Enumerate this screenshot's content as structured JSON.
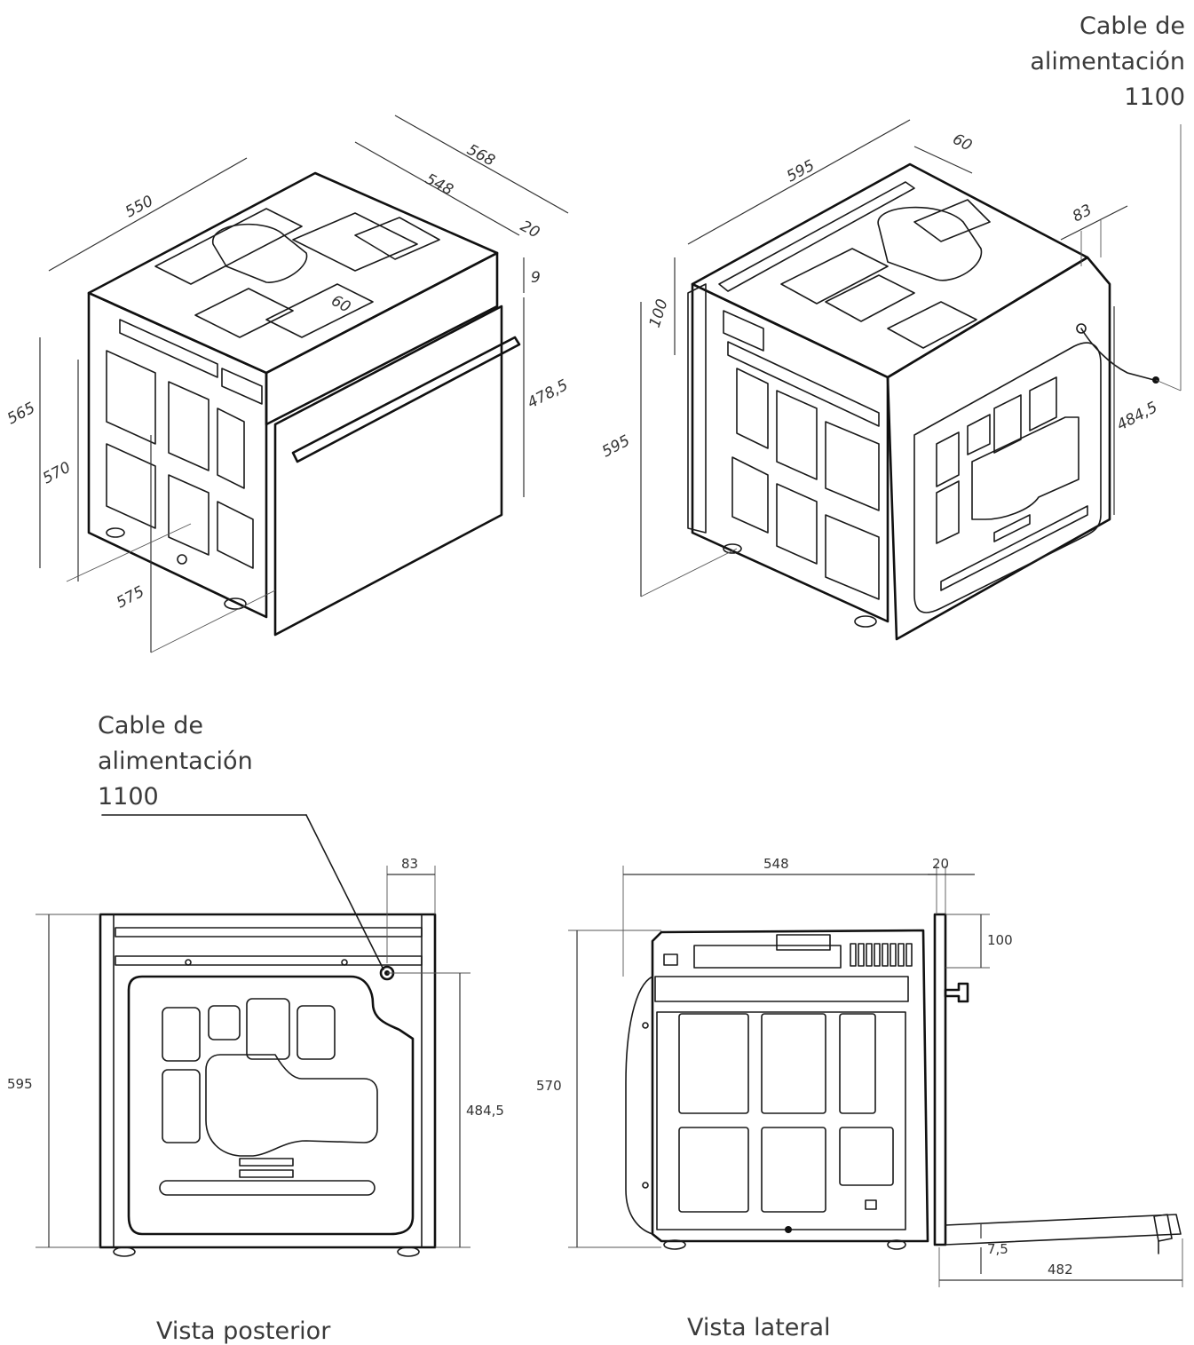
{
  "labels": {
    "cable_top_right": {
      "line1": "Cable de",
      "line2": "alimentación",
      "line3": "1100"
    },
    "cable_bottom_left": {
      "line1": "Cable de",
      "line2": "alimentación",
      "line3": "1100"
    },
    "view_rear": "Vista posterior",
    "view_side": "Vista lateral"
  },
  "iso_front": {
    "dims": {
      "width_top": "550",
      "depth_total": "568",
      "depth_body": "548",
      "front_panel": "20",
      "top_gap": "9",
      "door_height": "478,5",
      "vent": "60",
      "height_565": "565",
      "height_570": "570",
      "width_575": "575"
    }
  },
  "iso_rear": {
    "dims": {
      "width_595": "595",
      "vent_60": "60",
      "cable_83": "83",
      "height_100": "100",
      "height_595": "595",
      "height_484": "484,5"
    }
  },
  "rear_view": {
    "dims": {
      "offset_83": "83",
      "height_595": "595",
      "height_484": "484,5"
    }
  },
  "side_view": {
    "dims": {
      "depth_548": "548",
      "front_20": "20",
      "height_100": "100",
      "height_570": "570",
      "gap_7_5": "7,5",
      "door_482": "482"
    }
  }
}
